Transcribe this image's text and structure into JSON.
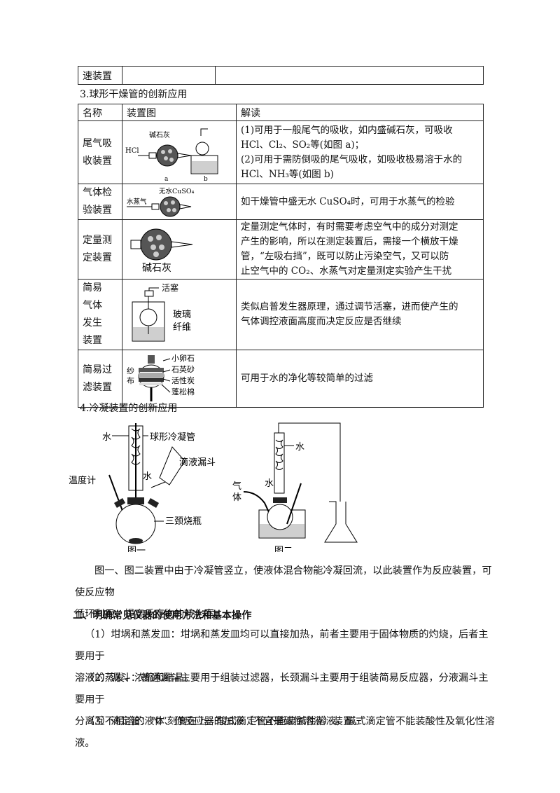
{
  "top_table": {
    "row_name": "速装置"
  },
  "sec3_title": "3.球形干燥管的创新应用",
  "table": {
    "headers": [
      "名称",
      "装置图",
      "解读"
    ],
    "rows": [
      {
        "name": "尾气吸收装置",
        "name_lines": [
          "尾气吸",
          "收装置"
        ],
        "fig_labels": {
          "a": "碱石灰",
          "b": "HCl",
          "c": "a",
          "d": "b"
        },
        "interp_lines": [
          "(1)可用于一般尾气的吸收，如内盛碱石灰，可吸收",
          "HCl、Cl₂、SO₂等(如图 a)；",
          "(2)可用于需防倒吸的尾气吸收，如吸收极易溶于水的",
          "HCl、NH₃等(如图 b)"
        ]
      },
      {
        "name": "气体检验装置",
        "name_lines": [
          "气体检",
          "验装置"
        ],
        "fig_labels": {
          "a": "无水CuSO₄",
          "b": "水蒸气"
        },
        "interp_lines": [
          "如干燥管中盛无水 CuSO₄时，可用于水蒸气的检验"
        ]
      },
      {
        "name": "定量测定装置",
        "name_lines": [
          "定量测",
          "定装置"
        ],
        "fig_labels": {
          "a": "碱石灰"
        },
        "interp_lines": [
          "定量测定气体时，有时需要考虑空气中的成分对测定",
          "产生的影响，所以在测定装置后，需接一个横放干燥",
          "管，“左吸右挡”，既可以防止污染空气，又可以防",
          "止空气中的 CO₂、水蒸气对定量测定实验产生干扰"
        ]
      },
      {
        "name": "简易气体发生装置",
        "name_lines": [
          "简易",
          "气体",
          "发生",
          "装置"
        ],
        "fig_labels": {
          "a": "活塞",
          "b": "玻璃",
          "c": "纤维"
        },
        "interp_lines": [
          "类似启普发生器原理，通过调节活塞，进而使产生的",
          "气体调控液面高度而决定反应是否继续"
        ]
      },
      {
        "name": "简易过滤装置",
        "name_lines": [
          "简易过",
          "滤装置"
        ],
        "fig_labels": {
          "a": "小卵石",
          "b": "石英砂",
          "c": "活性炭",
          "d": "蓬松棉",
          "e": "纱",
          "f": "布"
        },
        "interp_lines": [
          "可用于水的净化等较简单的过滤"
        ]
      }
    ]
  },
  "sec4_title": "4.冷凝装置的创新应用",
  "figs": {
    "fig1": {
      "water": "水",
      "condenser": "球形冷凝管",
      "funnel": "滴液漏斗",
      "water2": "水",
      "thermo": "温度计",
      "flask": "三颈烧瓶",
      "caption": "图一"
    },
    "fig2": {
      "water": "水",
      "water2": "水",
      "gas1": "气",
      "gas2": "体",
      "caption": "图二"
    }
  },
  "para1": [
    "图一、图二装置中由于冷凝管竖立，使液体混合物能冷凝回流，以此装置作为反应装置，可使反应物",
    "循环利用，提高反应物的转化率。"
  ],
  "heading2": "二、明确常见仪器的使用方法和基本操作",
  "p2": [
    "（1）坩埚和蒸发皿：坩埚和蒸发皿均可以直接加热，前者主要用于固体物质的灼烧，后者主要用于",
    "溶液的蒸发、浓缩和结晶。"
  ],
  "p3": [
    "（2）漏斗：普通漏斗主要用于组装过滤器，长颈漏斗主要用于组装简易反应器，分液漏斗主要用于",
    "分离互不相溶的液体、作反应器的加液（不宜是碱性溶液）装置。"
  ],
  "p4": [
    "（3）滴定管：“0”刻度在上。酸式滴定管不能装碱性溶液，碱式滴定管不能装酸性及氧化性溶液。"
  ]
}
